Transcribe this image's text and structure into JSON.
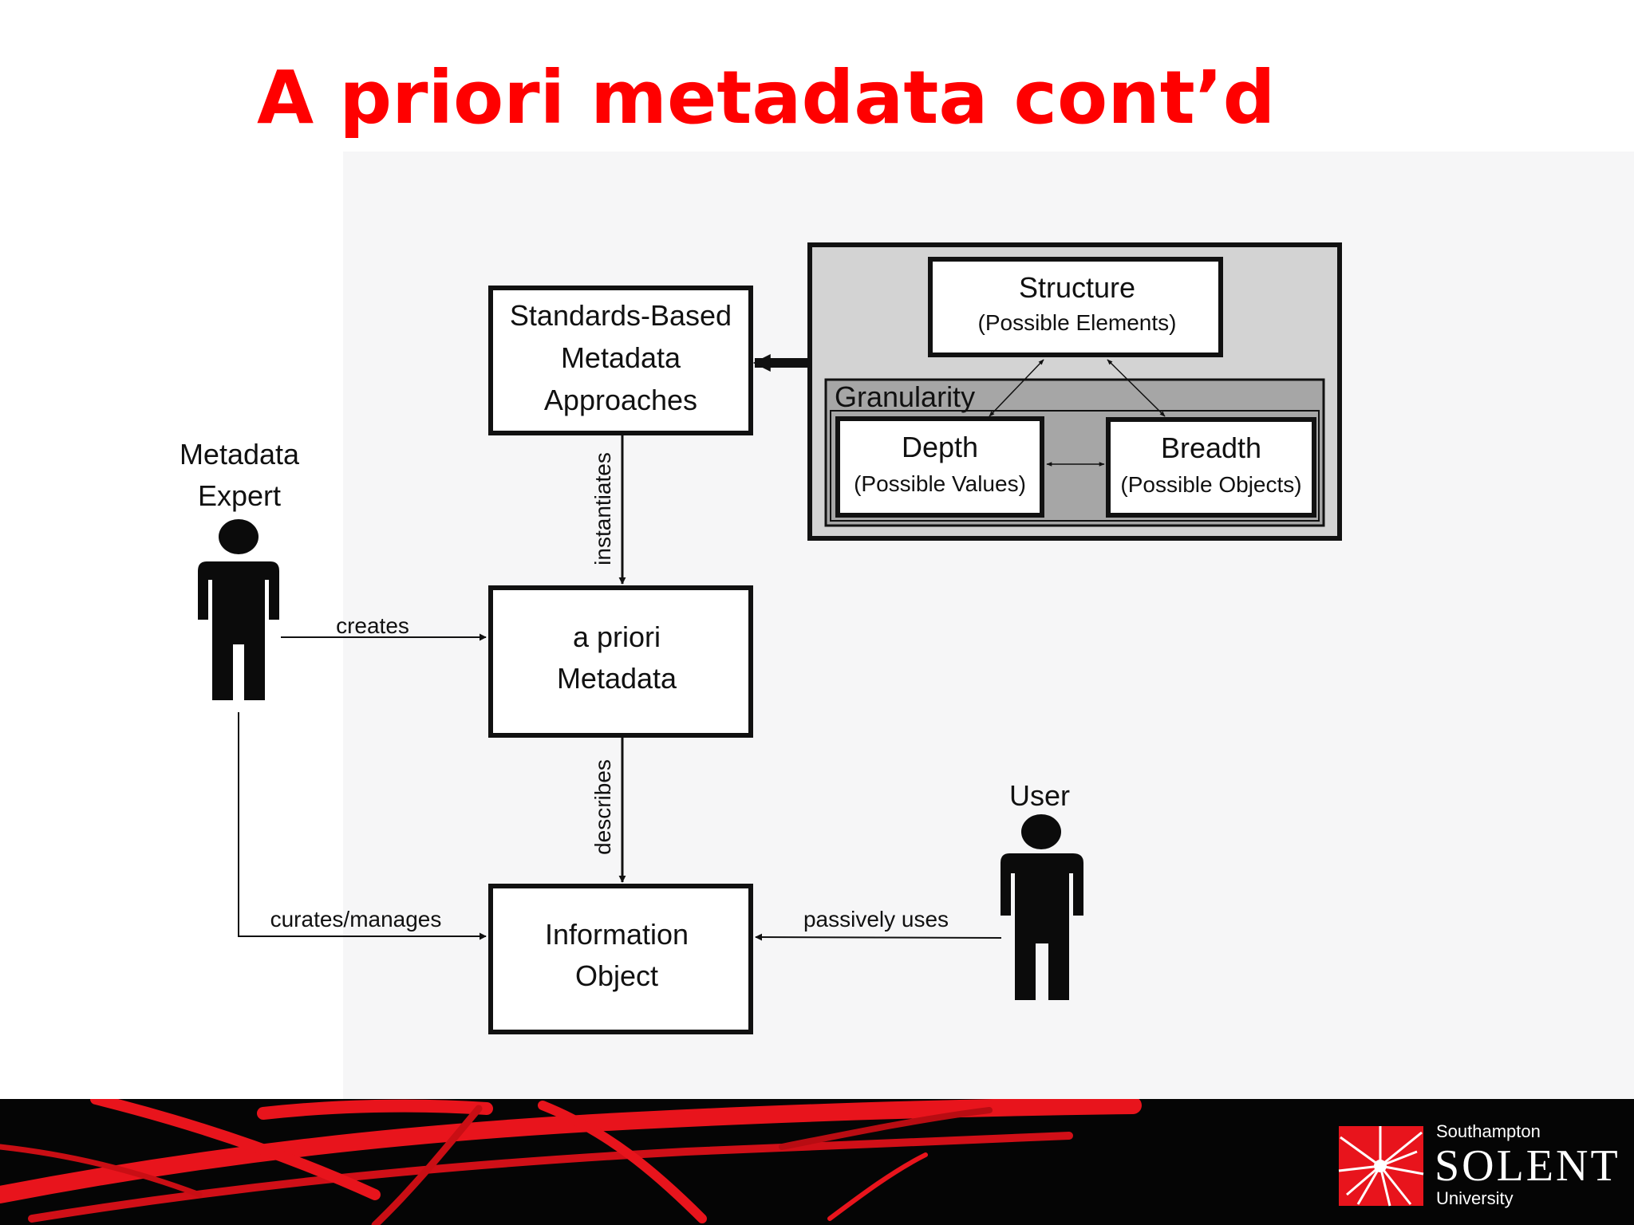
{
  "slide": {
    "title": "A priori metadata cont’d",
    "title_color": "#ff0000",
    "accent_color": "#e8141c"
  },
  "diagram": {
    "standards_box": [
      "Standards-Based",
      "Metadata",
      "Approaches"
    ],
    "structure": {
      "title": "Structure",
      "subtitle": "(Possible Elements)"
    },
    "granularity_label": "Granularity",
    "depth": {
      "title": "Depth",
      "subtitle": "(Possible Values)"
    },
    "breadth": {
      "title": "Breadth",
      "subtitle": "(Possible Objects)"
    },
    "apriori_box": [
      "a priori",
      "Metadata"
    ],
    "information_object": [
      "Information",
      "Object"
    ],
    "actors": {
      "expert": [
        "Metadata",
        "Expert"
      ],
      "user": "User"
    },
    "relations": {
      "instantiates": "instantiates",
      "creates": "creates",
      "describes": "describes",
      "curates": "curates/manages",
      "passively_uses": "passively uses"
    }
  },
  "footer": {
    "logo": {
      "line1": "Southampton",
      "line2": "SOLENT",
      "line3": "University"
    }
  }
}
